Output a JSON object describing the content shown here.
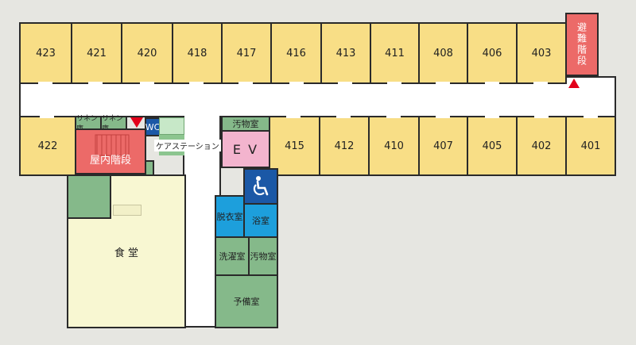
{
  "colors": {
    "room_yellow": "#f8de86",
    "room_green": "#85b98a",
    "room_blue": "#1d9fdc",
    "room_navy": "#1b58a6",
    "room_pink": "#f3b4ce",
    "stair_red": "#ec6a68",
    "dining_bg": "#f8f7d2",
    "corridor": "#ffffff",
    "arrow_red": "#e2001a"
  },
  "rooms_top": [
    "423",
    "421",
    "420",
    "418",
    "417",
    "416",
    "413",
    "411",
    "408",
    "406",
    "403"
  ],
  "rooms_bottom": [
    "415",
    "412",
    "410",
    "407",
    "405",
    "402",
    "401"
  ],
  "room_422": "422",
  "emergency_stair": "避難階段",
  "indoor_stair": "屋内階段",
  "linen_1": "リネン庫",
  "linen_2": "リネン庫",
  "wc": "WC",
  "care_station": "ケアステーション",
  "ev": "E V",
  "soiled_top": "汚物室",
  "accessible_icon": "wheelchair-icon",
  "changing_room": "脱衣室",
  "bathroom": "浴室",
  "laundry": "洗濯室",
  "soiled_bottom": "汚物室",
  "spare_room": "予備室",
  "dining": "食 堂"
}
